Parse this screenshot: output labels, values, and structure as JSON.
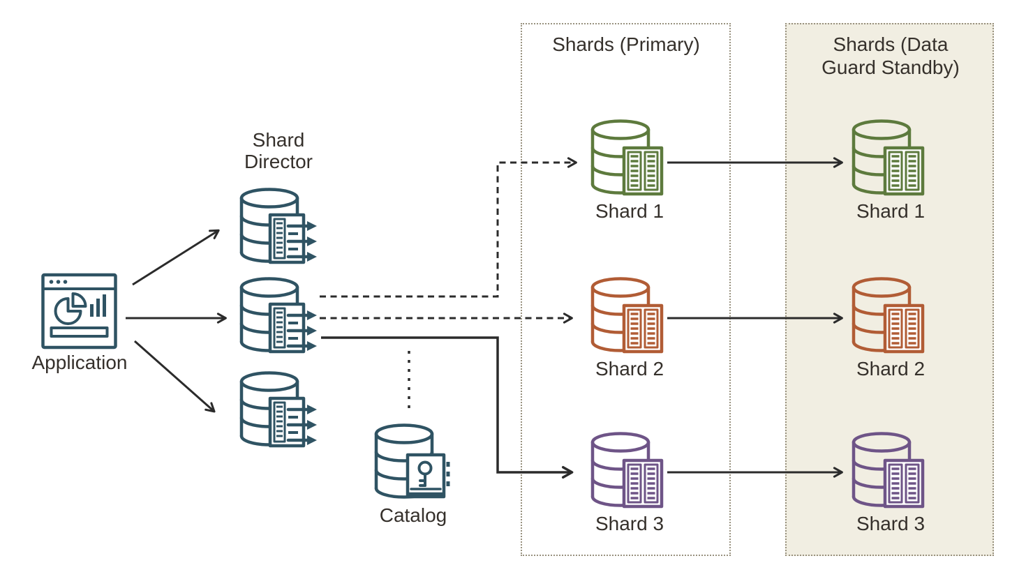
{
  "colors": {
    "teal": "#2f5363",
    "green": "#5d7a3d",
    "orange": "#b15c35",
    "purple": "#6e5487",
    "line": "#2b2b2b",
    "dotted_border": "#98917e",
    "standby_background": "#f1eee2",
    "text": "#35302b",
    "canvas_background": "#ffffff"
  },
  "nodes": {
    "application": {
      "label": "Application",
      "icon": "app-window-icon",
      "color": "#2f5363"
    },
    "shard_director": {
      "label": "Shard Director",
      "icon": "database-router-icon",
      "color": "#2f5363",
      "instances": 3
    },
    "catalog": {
      "label": "Catalog",
      "icon": "database-key-book-icon",
      "color": "#2f5363"
    }
  },
  "groups": {
    "primary": {
      "title": "Shards (Primary)",
      "background": "#ffffff",
      "shards": [
        {
          "label": "Shard 1",
          "color": "#5d7a3d",
          "icon": "database-table-icon"
        },
        {
          "label": "Shard 2",
          "color": "#b15c35",
          "icon": "database-table-icon"
        },
        {
          "label": "Shard 3",
          "color": "#6e5487",
          "icon": "database-table-icon"
        }
      ]
    },
    "standby": {
      "title": "Shards (Data Guard Standby)",
      "background": "#f1eee2",
      "shards": [
        {
          "label": "Shard 1",
          "color": "#5d7a3d",
          "icon": "database-table-icon"
        },
        {
          "label": "Shard 2",
          "color": "#b15c35",
          "icon": "database-table-icon"
        },
        {
          "label": "Shard 3",
          "color": "#6e5487",
          "icon": "database-table-icon"
        }
      ]
    }
  },
  "connections": [
    {
      "from": "application",
      "to": "shard-director-1",
      "style": "solid-arrow"
    },
    {
      "from": "application",
      "to": "shard-director-2",
      "style": "solid-arrow"
    },
    {
      "from": "application",
      "to": "shard-director-3",
      "style": "solid-arrow"
    },
    {
      "from": "shard-director-2",
      "to": "primary-shard-1",
      "style": "dashed-arrow"
    },
    {
      "from": "shard-director-2",
      "to": "primary-shard-2",
      "style": "dashed-arrow"
    },
    {
      "from": "shard-director-2",
      "to": "primary-shard-3",
      "style": "solid-arrow"
    },
    {
      "from": "shard-director-2",
      "to": "catalog",
      "style": "dotted-line"
    },
    {
      "from": "primary-shard-1",
      "to": "standby-shard-1",
      "style": "solid-arrow"
    },
    {
      "from": "primary-shard-2",
      "to": "standby-shard-2",
      "style": "solid-arrow"
    },
    {
      "from": "primary-shard-3",
      "to": "standby-shard-3",
      "style": "solid-arrow"
    }
  ]
}
